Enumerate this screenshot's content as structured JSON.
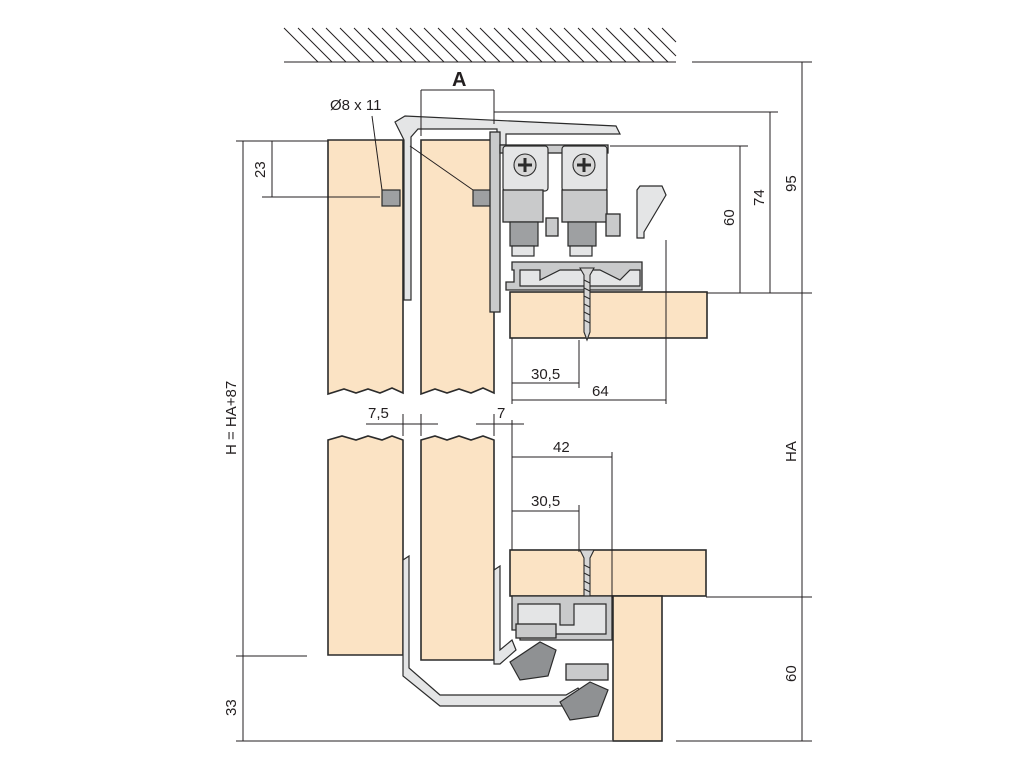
{
  "labels": {
    "a": "A",
    "hole": "Ø8 x 11",
    "d23": "23",
    "d95": "95",
    "d74": "74",
    "d60_top": "60",
    "d30_5_top": "30,5",
    "d64": "64",
    "d7_5": "7,5",
    "d7": "7",
    "d42": "42",
    "d30_5_bottom": "30,5",
    "height_formula": "H = HA+87",
    "ha": "HA",
    "d60_bottom": "60",
    "d33": "33"
  },
  "colors": {
    "panel": "#fbe3c4",
    "metal": "#c9cacb",
    "line": "#231f20"
  }
}
